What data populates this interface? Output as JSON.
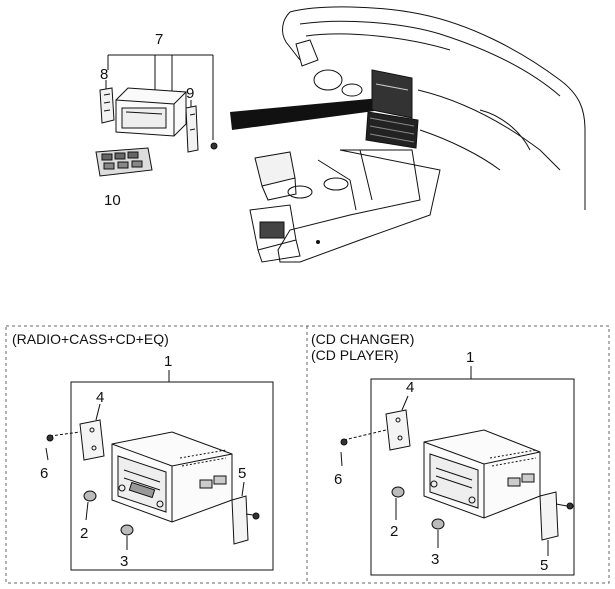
{
  "callouts": {
    "top": [
      "7",
      "8",
      "9",
      "10"
    ],
    "left": [
      "1",
      "4",
      "6",
      "5",
      "2",
      "3"
    ],
    "right": [
      "1",
      "4",
      "6",
      "2",
      "3",
      "5"
    ]
  },
  "left_panel": {
    "header": "(RADIO+CASS+CD+EQ)"
  },
  "right_panel": {
    "header_line1": "(CD CHANGER)",
    "header_line2": "(CD PLAYER)"
  }
}
